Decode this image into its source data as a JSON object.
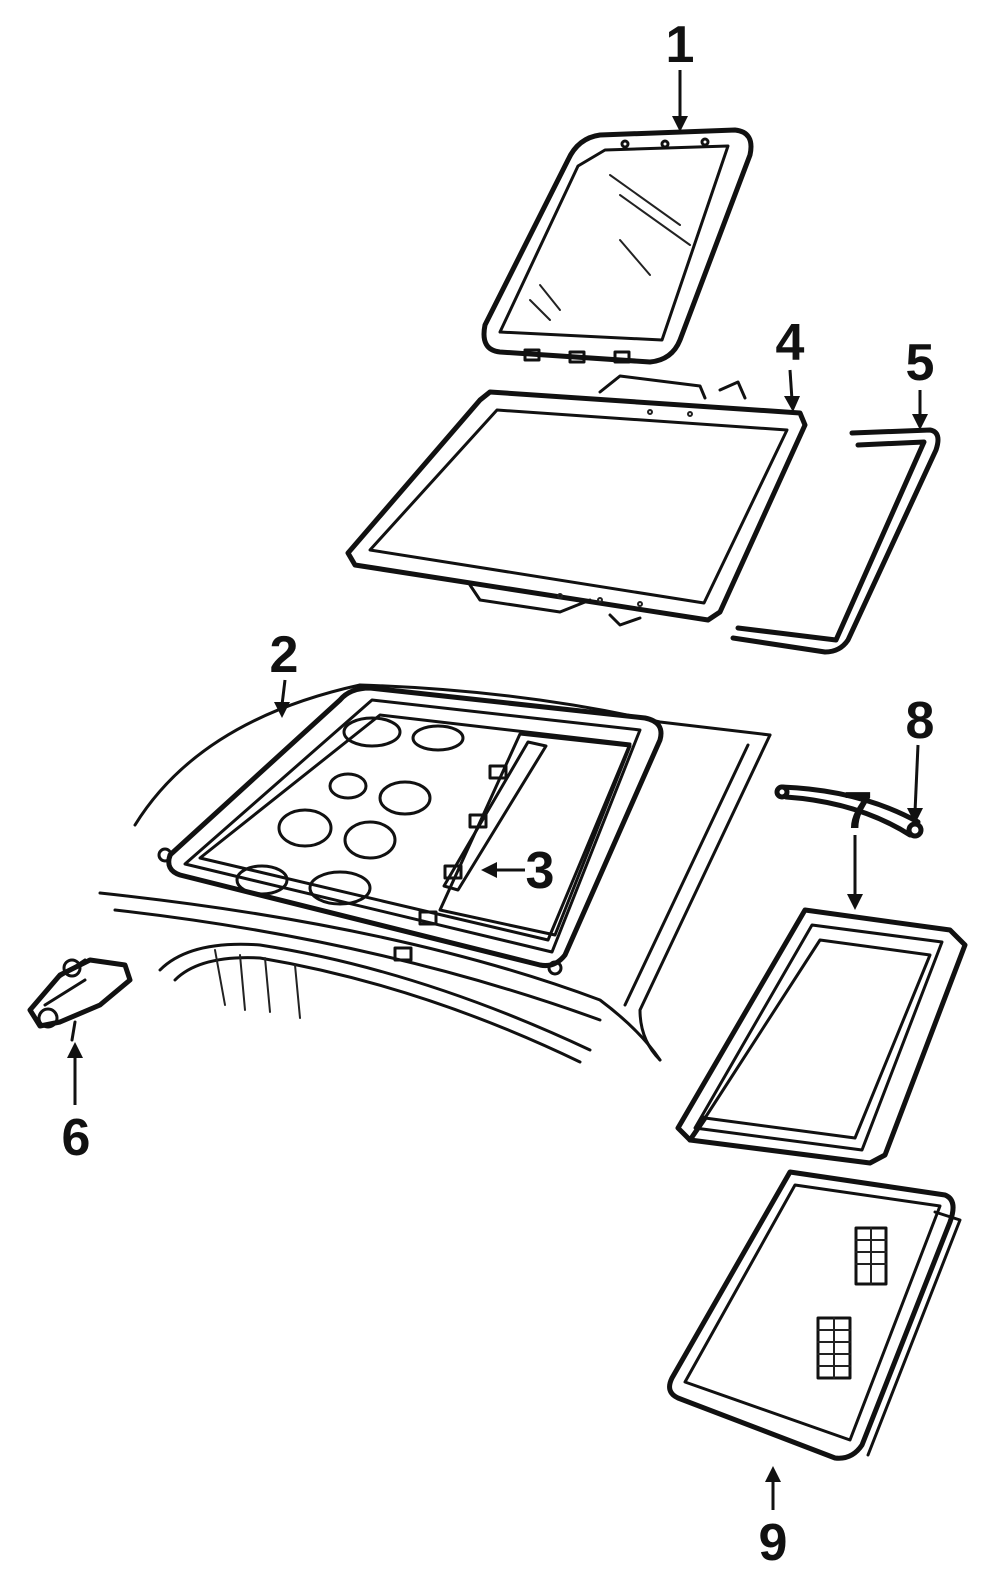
{
  "diagram": {
    "callouts": [
      {
        "id": "1",
        "label": "1"
      },
      {
        "id": "2",
        "label": "2"
      },
      {
        "id": "3",
        "label": "3"
      },
      {
        "id": "4",
        "label": "4"
      },
      {
        "id": "5",
        "label": "5"
      },
      {
        "id": "6",
        "label": "6"
      },
      {
        "id": "7",
        "label": "7"
      },
      {
        "id": "8",
        "label": "8"
      },
      {
        "id": "9",
        "label": "9"
      }
    ],
    "ink_color": "#111111",
    "background_color": "#ffffff"
  }
}
